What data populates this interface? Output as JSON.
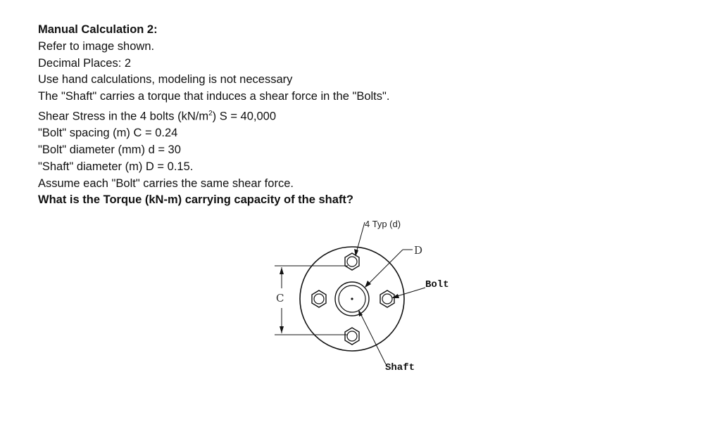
{
  "problem": {
    "title": "Manual Calculation 2:",
    "refer": "Refer to image shown.",
    "decimal_places": "Decimal Places: 2",
    "method": "Use hand calculations, modeling is not necessary",
    "statement": "The \"Shaft\" carries a torque that induces a shear force in the \"Bolts\".",
    "shear_stress_prefix": "Shear Stress in the 4 bolts (kN/m",
    "shear_stress_exp": "2",
    "shear_stress_suffix": ") S = 40,000",
    "bolt_spacing": "\"Bolt\" spacing (m) C = 0.24",
    "bolt_diameter": "\"Bolt\" diameter (mm) d = 30",
    "shaft_diameter": "\"Shaft\" diameter (m) D = 0.15.",
    "assumption": "Assume each \"Bolt\" carries the same shear force.",
    "question": "What is the Torque (kN-m) carrying capacity of the shaft?"
  },
  "diagram": {
    "label_typ": "4 Typ (d)",
    "label_d": "D",
    "label_bolt": "Bolt",
    "label_c": "C",
    "label_shaft": "Shaft"
  }
}
